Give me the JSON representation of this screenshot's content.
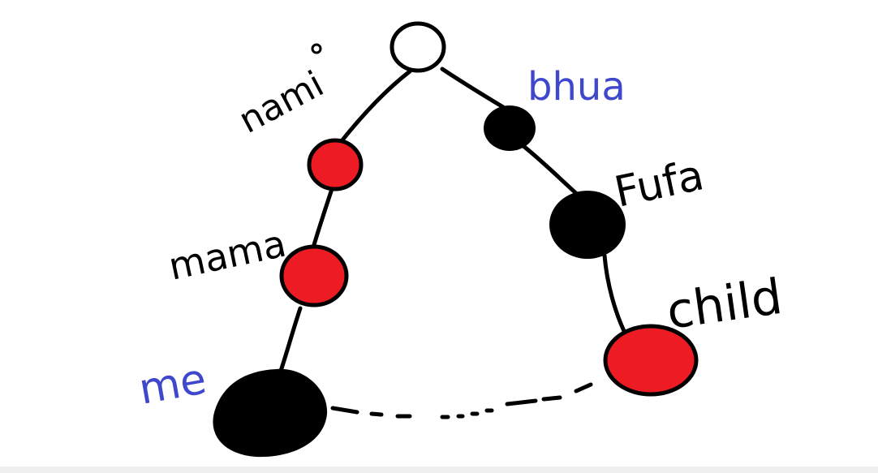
{
  "labels": {
    "nami": "nami",
    "bhua": "bhua",
    "fufa": "Fufa",
    "mama": "mama",
    "child": "child",
    "me": "me"
  },
  "colors": {
    "stroke": "#000000",
    "red_node": "#ed1c24",
    "black_node": "#000000",
    "white_node": "#ffffff",
    "blue_label": "#3f48cc",
    "black_label": "#000000"
  },
  "nodes": [
    {
      "id": "root",
      "fill": "white"
    },
    {
      "id": "nami-node",
      "fill": "red"
    },
    {
      "id": "mama-node",
      "fill": "red"
    },
    {
      "id": "me-node",
      "fill": "black"
    },
    {
      "id": "bhua-node",
      "fill": "black"
    },
    {
      "id": "fufa-node",
      "fill": "black"
    },
    {
      "id": "child-node",
      "fill": "red"
    }
  ]
}
